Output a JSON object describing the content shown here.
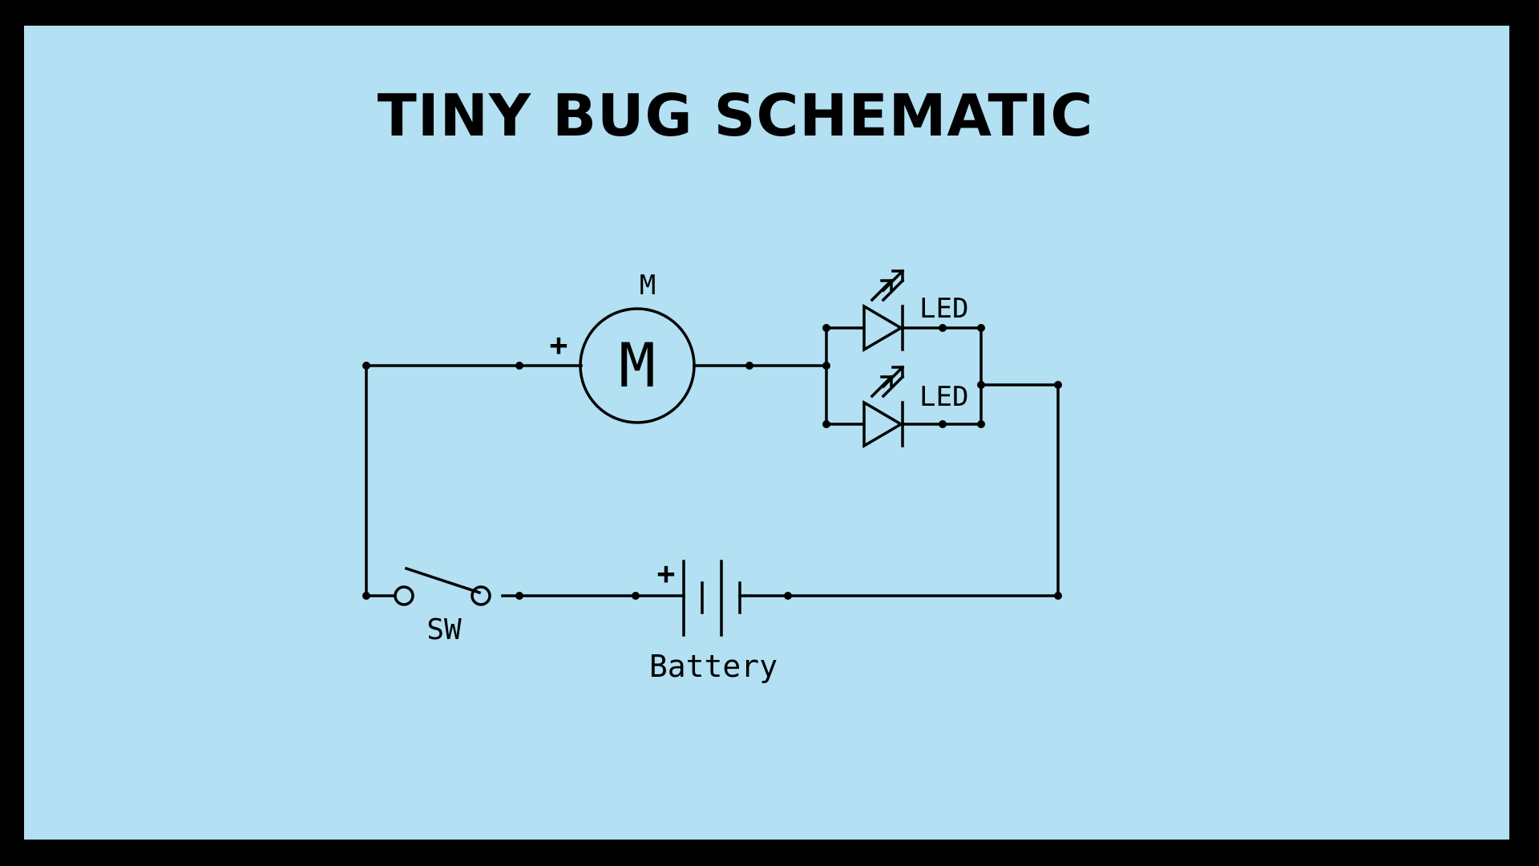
{
  "title": "TINY BUG SCHEMATIC",
  "components": {
    "motor": {
      "label": "M",
      "symbol": "M",
      "polarity": "+"
    },
    "led_top": {
      "label": "LED"
    },
    "led_bottom": {
      "label": "LED"
    },
    "switch": {
      "label": "SW"
    },
    "battery": {
      "label": "Battery",
      "polarity": "+"
    }
  },
  "colors": {
    "background": "#b3e0f2",
    "border": "#000000",
    "ink": "#000000"
  }
}
